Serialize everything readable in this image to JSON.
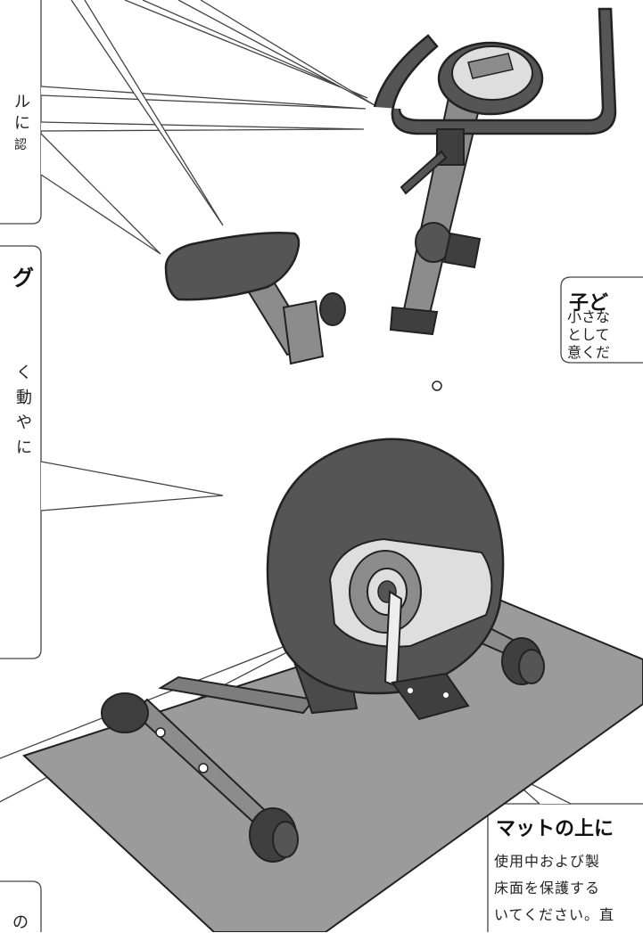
{
  "callouts": {
    "top_left": {
      "lines": [
        "ル",
        "に",
        "認"
      ]
    },
    "seat": {
      "title_fragment": "グ",
      "lines": [
        "く",
        "動",
        "や",
        "に"
      ]
    },
    "child": {
      "title_fragment": "子ど",
      "lines": [
        "小さな",
        "として",
        "意くだ"
      ]
    },
    "mat": {
      "title_fragment": "マットの上に",
      "lines": [
        "使用中および製",
        "床面を保護する",
        "いてください。直"
      ]
    },
    "bottom_left": {
      "lines": [
        "の"
      ]
    }
  },
  "icons": {
    "bike": "exercise-bike-illustration",
    "mat": "floor-mat-illustration"
  },
  "colors": {
    "body": "#555555",
    "body_dark": "#3f3f3f",
    "tube": "#8c8c8c",
    "cover": "#dedede",
    "mat": "#9b9b9b",
    "outline": "#222222"
  }
}
